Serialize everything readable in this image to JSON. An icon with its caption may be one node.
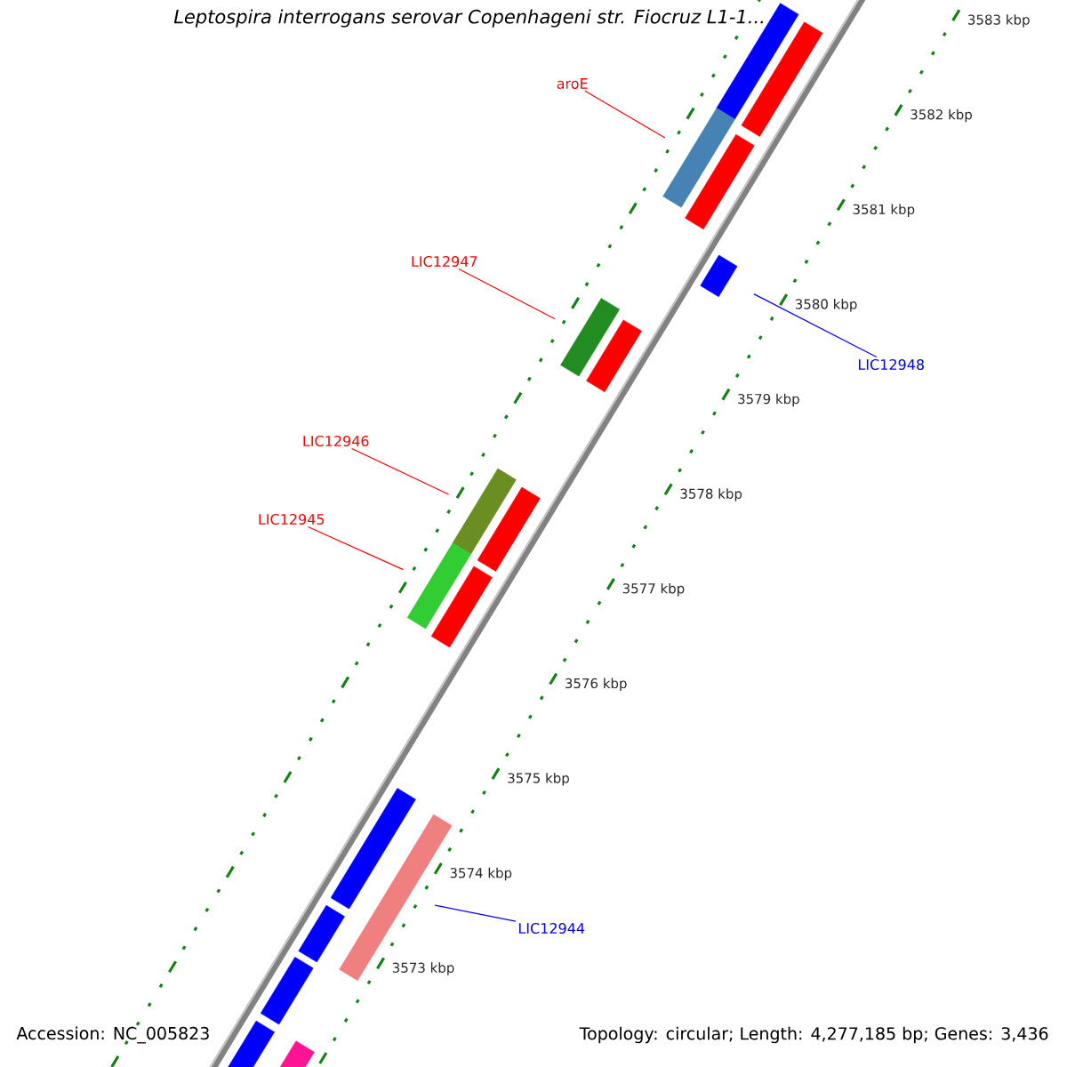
{
  "diagram": {
    "title": "Leptospira interrogans serovar Copenhageni str. Fiocruz L1-1...",
    "nodes": [
      {
        "text": [
          "aroE"
        ]
      },
      {
        "text": [],
        "shape": "bar"
      },
      {
        "text": [],
        "shape": "bar"
      },
      {
        "text": [],
        "shape": "bar"
      },
      {
        "text": [],
        "shape": "bar"
      },
      {
        "text": [
          "LIC12948"
        ]
      },
      {
        "text": [],
        "shape": "bar"
      },
      {
        "text": [
          "LIC12947"
        ]
      },
      {
        "text": [],
        "shape": "bar"
      },
      {
        "text": [],
        "shape": "bar"
      },
      {
        "text": [
          "LIC12946"
        ]
      },
      {
        "text": [],
        "shape": "bar"
      },
      {
        "text": [],
        "shape": "bar"
      },
      {
        "text": [
          "LIC12945"
        ]
      },
      {
        "text": [],
        "shape": "bar"
      },
      {
        "text": [],
        "shape": "bar"
      },
      {
        "text": [
          "LIC12944"
        ]
      },
      {
        "text": [],
        "shape": "bar"
      },
      {
        "text": [],
        "shape": "bar"
      },
      {
        "text": [],
        "shape": "bar"
      },
      {
        "text": [],
        "shape": "bar"
      },
      {
        "text": [],
        "shape": "bar"
      },
      {
        "text": [],
        "shape": "bar"
      }
    ],
    "edges": [
      {
        "from": 0,
        "to": 2,
        "arrow": "none"
      },
      {
        "from": 5,
        "to": 6,
        "arrow": "none",
        "color": "#0000ff"
      },
      {
        "from": 7,
        "to": 8,
        "arrow": "none"
      },
      {
        "from": 10,
        "to": 11,
        "arrow": "none"
      },
      {
        "from": 13,
        "to": 14,
        "arrow": "none"
      },
      {
        "from": 16,
        "to": 18,
        "arrow": "none",
        "color": "#0000ff"
      }
    ],
    "labels": [
      "3583 kbp",
      "3582 kbp",
      "3581 kbp",
      "3580 kbp",
      "3579 kbp",
      "3578 kbp",
      "3577 kbp",
      "3576 kbp",
      "3575 kbp",
      "3574 kbp",
      "3573 kbp",
      "Accession: NC_005823",
      "Topology: circular; Length: 4,277,185 bp; Genes: 3,436"
    ]
  }
}
